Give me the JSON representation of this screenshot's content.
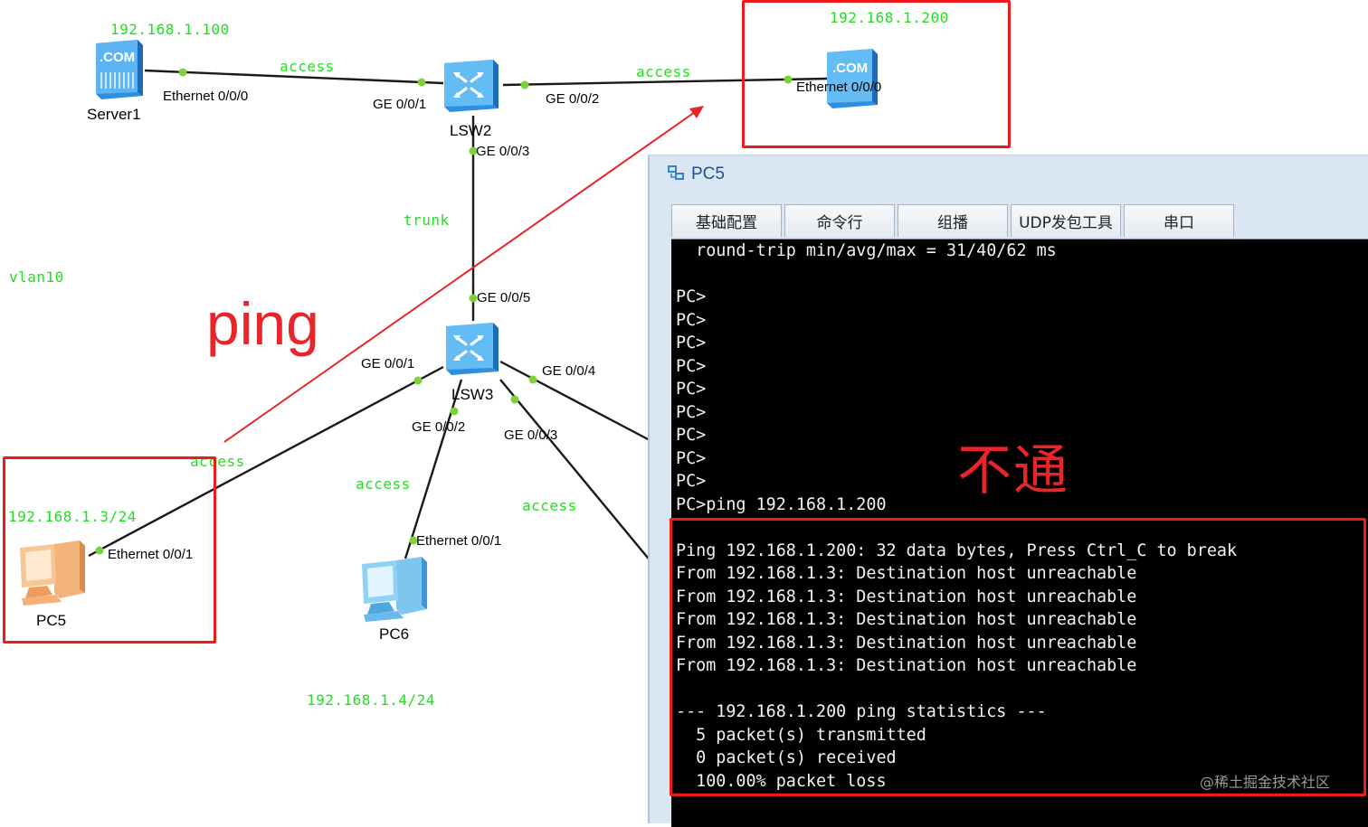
{
  "topology": {
    "server1": {
      "name": "Server1",
      "ip": "192.168.1.100",
      "port": "Ethernet 0/0/0",
      "link_label": "access"
    },
    "remote_server": {
      "ip": "192.168.1.200",
      "port": "Ethernet 0/0/0",
      "link_label": "access"
    },
    "lsw2": {
      "name": "LSW2",
      "ports": {
        "g1": "GE 0/0/1",
        "g2": "GE 0/0/2",
        "g3": "GE 0/0/3"
      }
    },
    "trunk_label": "trunk",
    "vlan_label": "vlan10",
    "lsw3": {
      "name": "LSW3",
      "ports": {
        "g5": "GE 0/0/5",
        "g1": "GE 0/0/1",
        "g2": "GE 0/0/2",
        "g3": "GE 0/0/3",
        "g4": "GE 0/0/4"
      }
    },
    "pc5": {
      "name": "PC5",
      "ip": "192.168.1.3/24",
      "port": "Ethernet 0/0/1",
      "link_label": "access"
    },
    "pc6": {
      "name": "PC6",
      "ip": "192.168.1.4/24",
      "port": "Ethernet 0/0/1",
      "link_label": "access"
    },
    "lsw3_g3_link_label": "access",
    "colors": {
      "link_label": "#22dd22",
      "port_dot": "#7fd13b",
      "annotation": "#e8252a"
    }
  },
  "annotations": {
    "ping_label": "ping",
    "fail_label": "不通"
  },
  "window": {
    "title": "PC5",
    "tabs": [
      "基础配置",
      "命令行",
      "组播",
      "UDP发包工具",
      "串口"
    ],
    "active_tab": "命令行",
    "terminal_lines": [
      "  round-trip min/avg/max = 31/40/62 ms",
      "",
      "PC>",
      "PC>",
      "PC>",
      "PC>",
      "PC>",
      "PC>",
      "PC>",
      "PC>",
      "PC>",
      "PC>ping 192.168.1.200",
      "",
      "Ping 192.168.1.200: 32 data bytes, Press Ctrl_C to break",
      "From 192.168.1.3: Destination host unreachable",
      "From 192.168.1.3: Destination host unreachable",
      "From 192.168.1.3: Destination host unreachable",
      "From 192.168.1.3: Destination host unreachable",
      "From 192.168.1.3: Destination host unreachable",
      "",
      "--- 192.168.1.200 ping statistics ---",
      "  5 packet(s) transmitted",
      "  0 packet(s) received",
      "  100.00% packet loss"
    ]
  },
  "watermark": "@稀土掘金技术社区"
}
